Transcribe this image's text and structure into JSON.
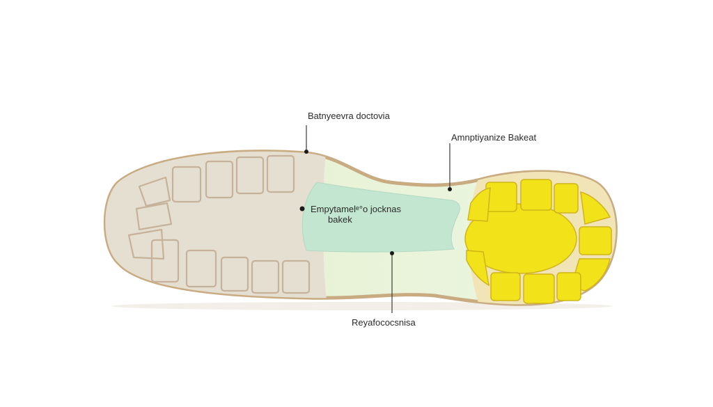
{
  "labels": {
    "top": "Batnyeevra doctovia",
    "right": "Amnptiyanize Bakeat",
    "center_line1": "Empytamelᵉ°o jocknas",
    "center_line2": "bakek",
    "bottom": "Reyafococsnisa"
  },
  "colors": {
    "background": "#ffffff",
    "sole_outline": "#c9ab82",
    "heel_fill": "#e5dfd2",
    "heel_tread": "#c6b29a",
    "midfoot_fill": "#e8f3d9",
    "arch_fill": "#c3e6d0",
    "forefoot_fill": "#f2e21a",
    "forefoot_tread": "#cfb41a"
  },
  "icons": {
    "marker": "filled-dot-icon"
  }
}
